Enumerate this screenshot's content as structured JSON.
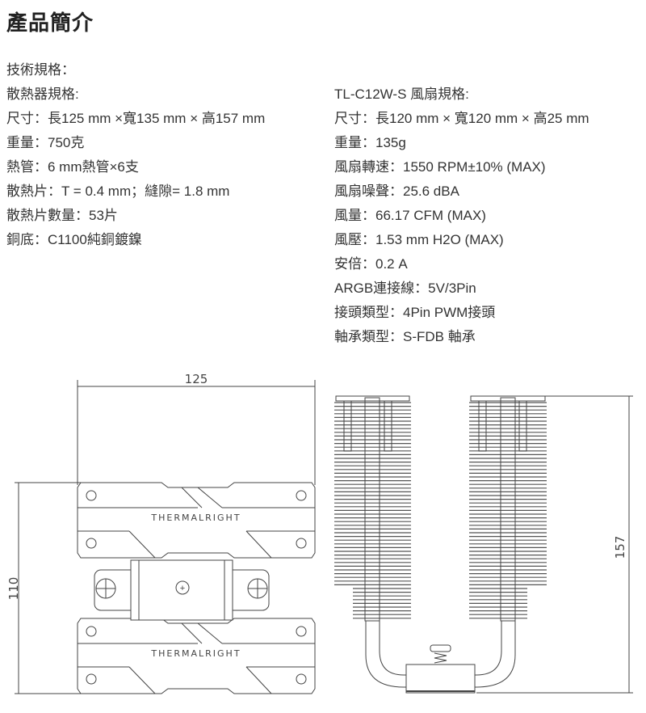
{
  "page_title": "產品簡介",
  "heatsink": {
    "intro": "技術規格：",
    "heading": "散熱器規格:",
    "specs": [
      "尺寸：長125 mm ×寬135 mm × 高157 mm",
      "重量：750克",
      "熱管：6 mm熱管×6支",
      "散熱片：T = 0.4 mm；縫隙= 1.8 mm",
      "散熱片數量：53片",
      "銅底：C1100純銅鍍鎳"
    ]
  },
  "fan": {
    "heading": "TL-C12W-S 風扇規格:",
    "specs": [
      "尺寸：長120 mm × 寬120 mm × 高25 mm",
      "重量：135g",
      "風扇轉速：1550 RPM±10% (MAX)",
      "風扇噪聲：25.6 dBA",
      "風量：66.17 CFM (MAX)",
      "風壓：1.53 mm H2O (MAX)",
      "安倍：0.2 A",
      "ARGB連接線：5V/3Pin",
      "接頭類型：4Pin PWM接頭",
      "軸承類型：S-FDB 軸承"
    ]
  },
  "drawing": {
    "top_view": {
      "width_label": "125",
      "depth_label": "110",
      "logo_text": "THERMALRIGHT"
    },
    "side_view": {
      "height_label": "157"
    }
  }
}
